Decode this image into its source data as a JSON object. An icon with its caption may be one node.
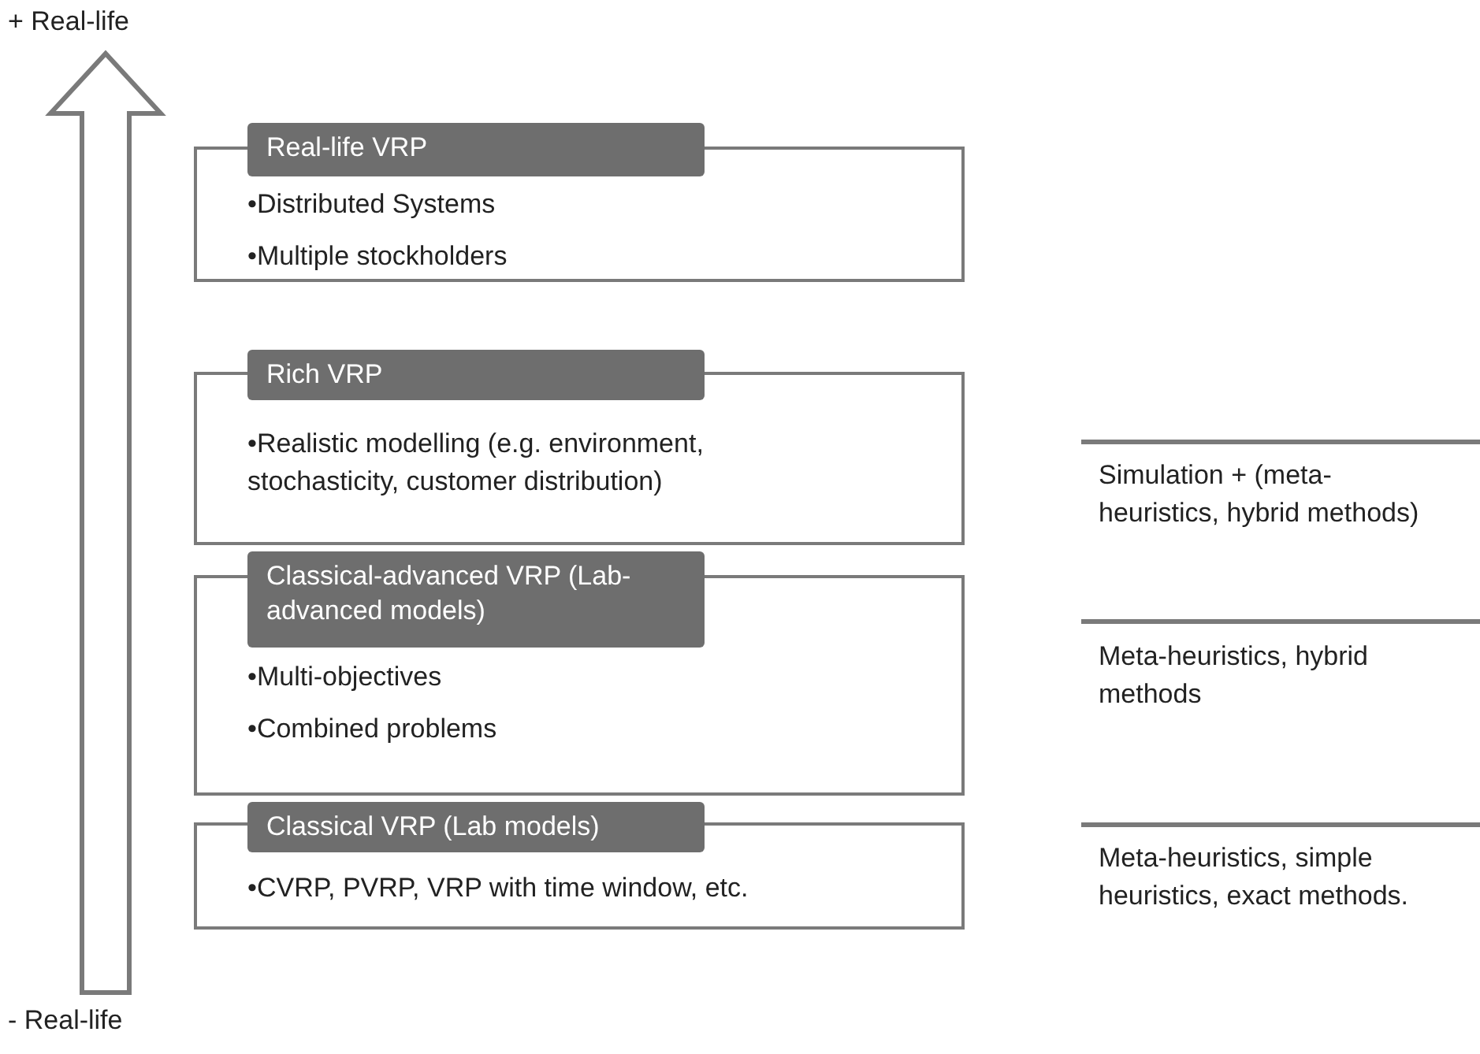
{
  "diagram": {
    "nodes": [
      {
        "text": [
          "+ Real-life"
        ]
      },
      {
        "text": [
          "Real-life VRP",
          "•Distributed Systems",
          "•Multiple stockholders"
        ]
      },
      {
        "text": [
          "Rich VRP",
          "•Realistic modelling (e.g. environment, stochasticity, customer distribution)"
        ]
      },
      {
        "text": [
          "Classical-advanced VRP (Lab-advanced models)",
          "•Multi-objectives",
          "•Combined problems"
        ]
      },
      {
        "text": [
          "Classical VRP (Lab models)",
          "•CVRP, PVRP, VRP with time window, etc."
        ]
      },
      {
        "text": [
          "- Real-life"
        ]
      }
    ],
    "edges": [
      {
        "from": 5,
        "to": 0,
        "arrow": "to"
      }
    ],
    "labels": [
      "Simulation + (meta-heuristics, hybrid methods)",
      "Meta-heuristics, hybrid methods",
      "Meta-heuristics, simple heuristics, exact methods."
    ]
  }
}
